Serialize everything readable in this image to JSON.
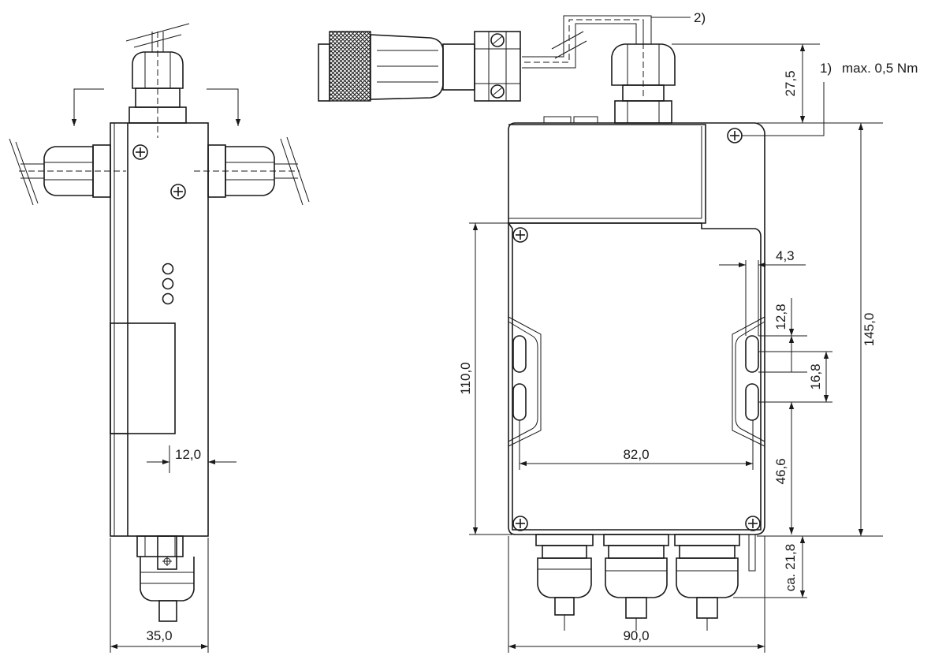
{
  "dimensions": {
    "side_width": "35,0",
    "front_width": "90,0",
    "height_total": "145,0",
    "height_110": "110,0",
    "hole_spacing": "82,0",
    "wall_12": "12,0",
    "edge_4_3": "4,3",
    "slot_12_8": "12,8",
    "slot_16_8": "16,8",
    "bottom_46_6": "46,6",
    "gland_27_5": "27,5",
    "gland_21_8": "ca. 21,8"
  },
  "notes": {
    "note1_marker": "1)",
    "note1_text": "max. 0,5 Nm",
    "note2_marker": "2)"
  },
  "colors": {
    "line": "#1a1a1a",
    "background": "#ffffff"
  }
}
